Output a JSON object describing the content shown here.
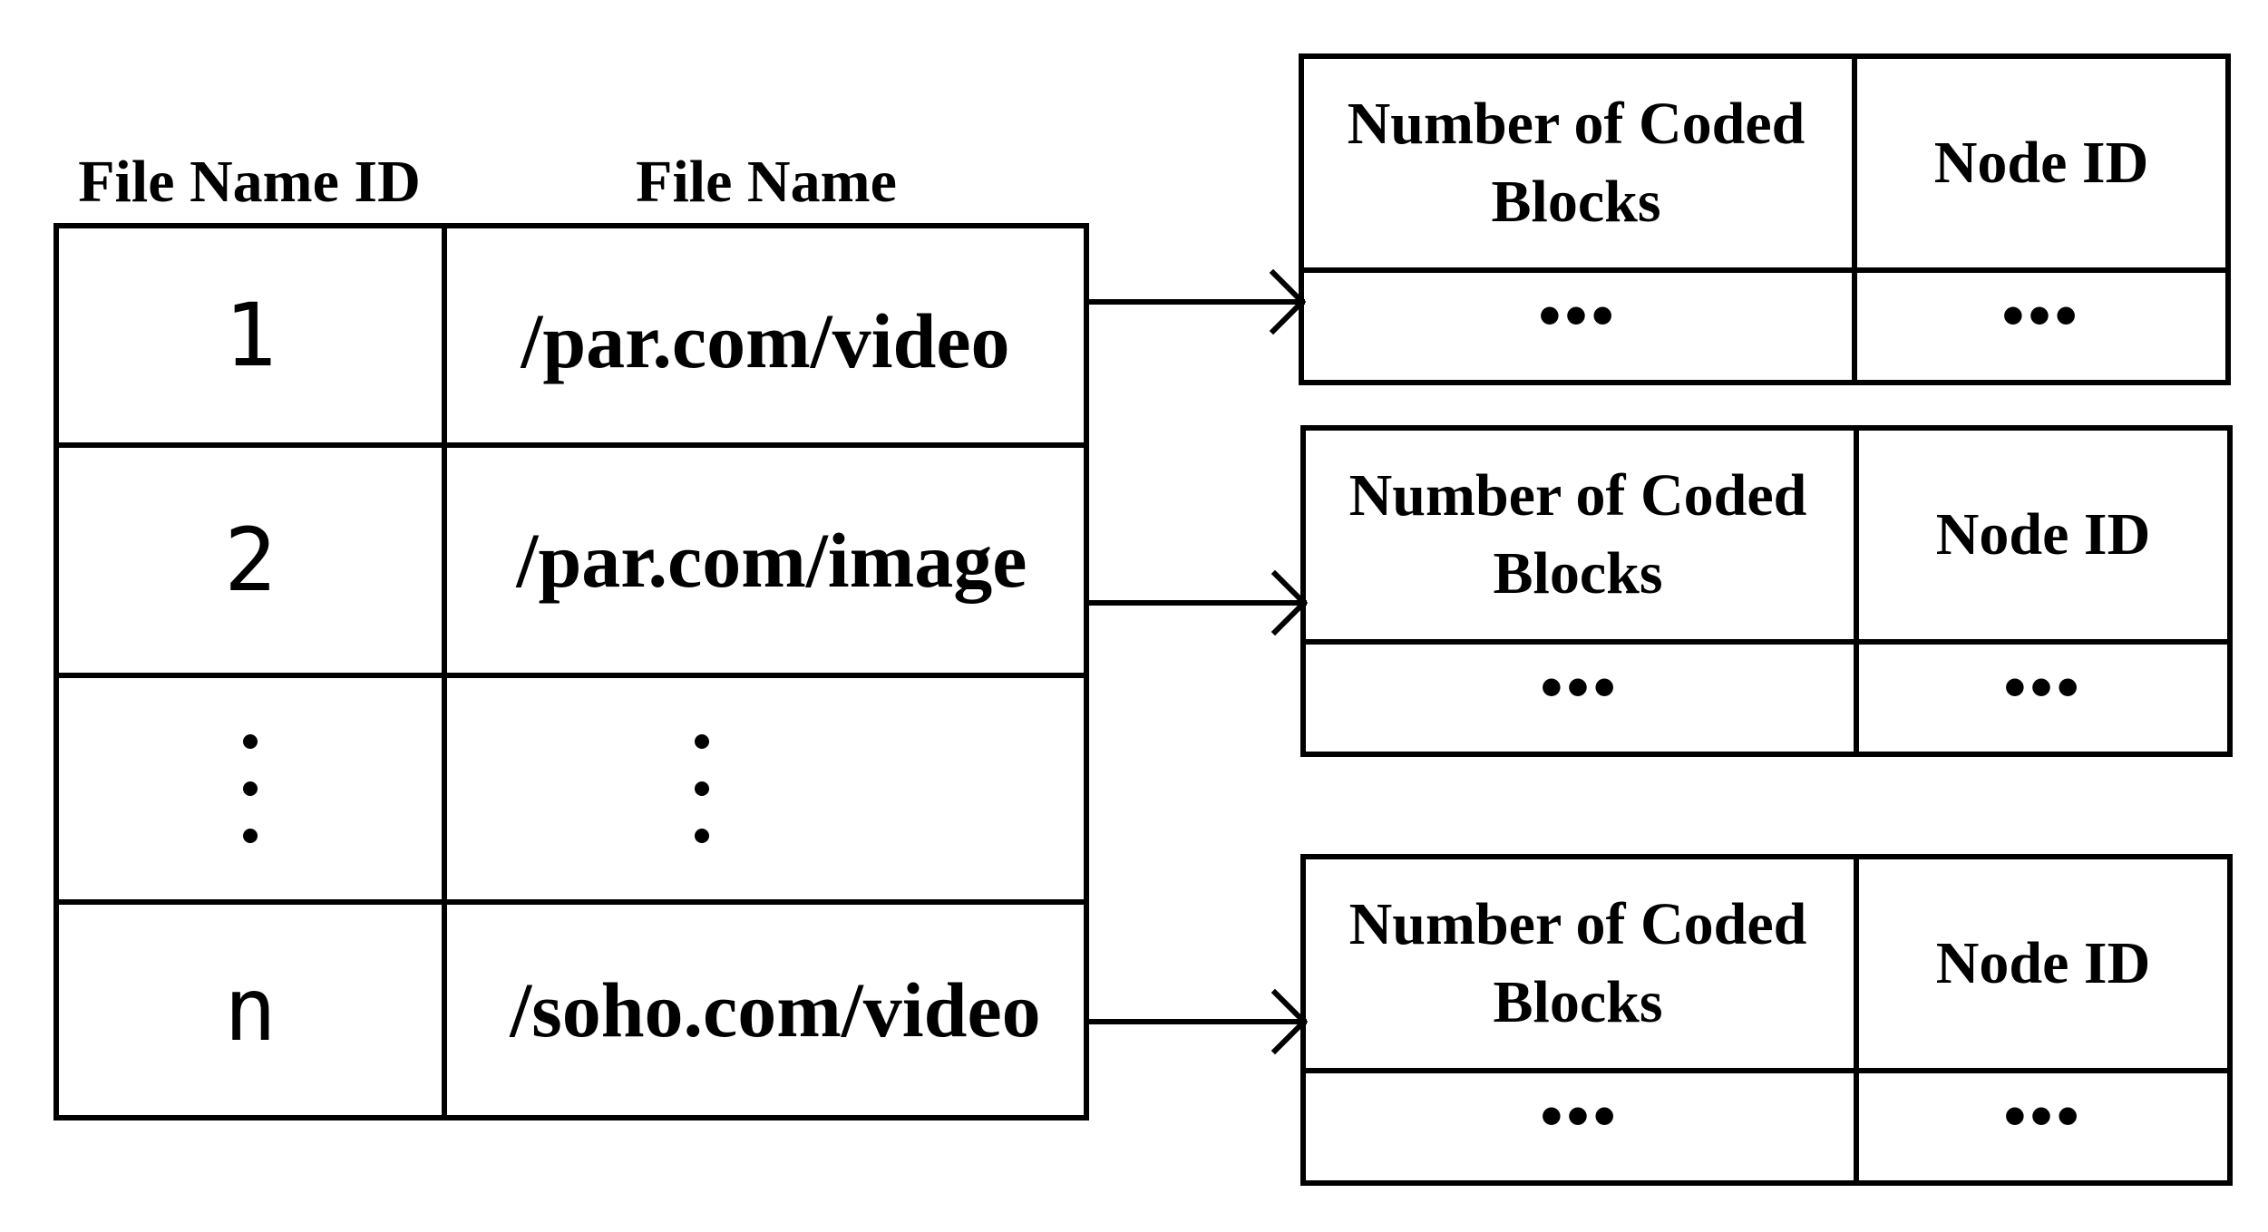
{
  "main_table": {
    "headers": {
      "id": "File Name ID",
      "name": "File Name"
    },
    "rows": [
      {
        "id": "1",
        "name": "/par.com/video"
      },
      {
        "id": "2",
        "name": "/par.com/image"
      },
      {
        "id": "",
        "name": "",
        "ellipsis": true
      },
      {
        "id": "n",
        "name": "/soho.com/video"
      }
    ]
  },
  "sub_tables": [
    {
      "col1": "Number of Coded Blocks",
      "col2": "Node ID",
      "cell1": "•••",
      "cell2": "•••"
    },
    {
      "col1": "Number of Coded Blocks",
      "col2": "Node ID",
      "cell1": "•••",
      "cell2": "•••"
    },
    {
      "col1": "Number of Coded Blocks",
      "col2": "Node ID",
      "cell1": "•••",
      "cell2": "•••"
    }
  ]
}
